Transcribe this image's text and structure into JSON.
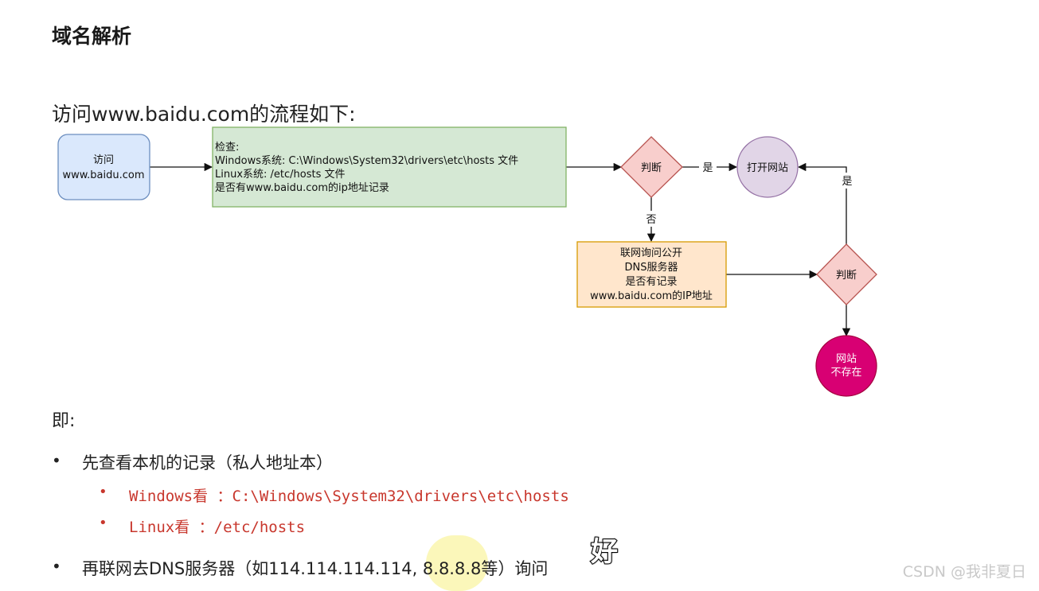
{
  "title": "域名解析",
  "intro": "访问www.baidu.com的流程如下:",
  "flow": {
    "start": [
      "访问",
      "www.baidu.com"
    ],
    "check": [
      "检查:",
      "Windows系统: C:\\Windows\\System32\\drivers\\etc\\hosts 文件",
      "Linux系统: /etc/hosts 文件",
      "是否有www.baidu.com的ip地址记录"
    ],
    "decision1": "判断",
    "open_site": "打开网站",
    "dns": [
      "联网询问公开",
      "DNS服务器",
      "是否有记录",
      "www.baidu.com的IP地址"
    ],
    "decision2": "判断",
    "not_exist": [
      "网站",
      "不存在"
    ],
    "label_yes1": "是",
    "label_no": "否",
    "label_yes2": "是",
    "colors": {
      "start_fill": "#dae8fc",
      "start_stroke": "#6c8ebf",
      "check_fill": "#d5e8d4",
      "check_stroke": "#82b366",
      "decision_fill": "#f8cecc",
      "decision_stroke": "#b85450",
      "open_fill": "#e1d5e7",
      "open_stroke": "#9673a6",
      "dns_fill": "#ffe6cc",
      "dns_stroke": "#d79b00",
      "notexist_fill": "#d80073",
      "notexist_stroke": "#a50040"
    }
  },
  "ji": "即:",
  "bullets": {
    "b1": "先查看本机的记录（私人地址本）",
    "b1_sub1": "Windows看 ：C:\\Windows\\System32\\drivers\\etc\\hosts",
    "b1_sub2": "Linux看 ：/etc/hosts",
    "b2": "再联网去DNS服务器（如114.114.114.114, 8.8.8.8等）询问"
  },
  "bullet_char": "•",
  "caption": "好",
  "watermark": "CSDN @我非夏日"
}
